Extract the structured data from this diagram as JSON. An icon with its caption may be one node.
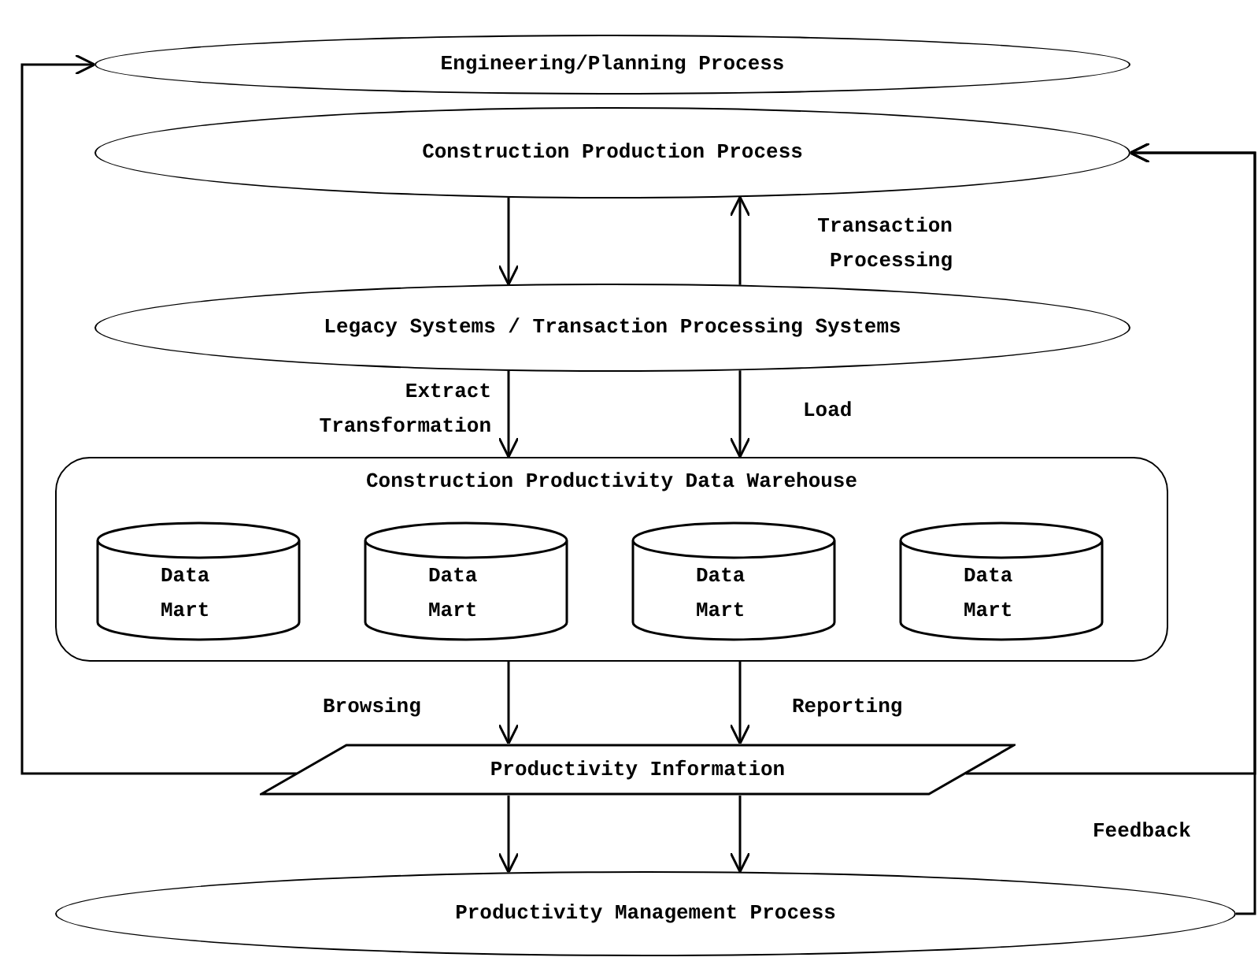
{
  "diagram": {
    "nodes": [
      {
        "text": [
          "Engineering/Planning Process"
        ]
      },
      {
        "text": [
          "Construction Production Process"
        ]
      },
      {
        "text": [
          "Legacy Systems / Transaction Processing Systems"
        ]
      },
      {
        "text": [
          "Construction Productivity Data Warehouse"
        ]
      },
      {
        "text": [
          "Data Mart"
        ],
        "in": 3
      },
      {
        "text": [
          "Data Mart"
        ],
        "in": 3
      },
      {
        "text": [
          "Data Mart"
        ],
        "in": 3
      },
      {
        "text": [
          "Data Mart"
        ],
        "in": 3
      },
      {
        "text": [
          "Productivity Information"
        ]
      },
      {
        "text": [
          "Productivity Management Process"
        ]
      }
    ],
    "edges": [
      {
        "from": 1,
        "to": 2,
        "arrow": "to"
      },
      {
        "from": 2,
        "to": 1,
        "arrow": "to",
        "label": "Transaction Processing"
      },
      {
        "from": 2,
        "to": 3,
        "arrow": "to",
        "label": "Extract Transformation"
      },
      {
        "from": 2,
        "to": 3,
        "arrow": "to",
        "label": "Load"
      },
      {
        "from": 3,
        "to": 8,
        "arrow": "to",
        "label": "Browsing"
      },
      {
        "from": 3,
        "to": 8,
        "arrow": "to",
        "label": "Reporting"
      },
      {
        "from": 8,
        "to": 9,
        "arrow": "to"
      },
      {
        "from": 8,
        "to": 9,
        "arrow": "to"
      },
      {
        "from": 8,
        "to": 0,
        "arrow": "to"
      },
      {
        "from": 8,
        "to": 1,
        "arrow": "to"
      },
      {
        "from": 9,
        "to": 1,
        "arrow": "to",
        "label": "Feedback"
      }
    ]
  }
}
